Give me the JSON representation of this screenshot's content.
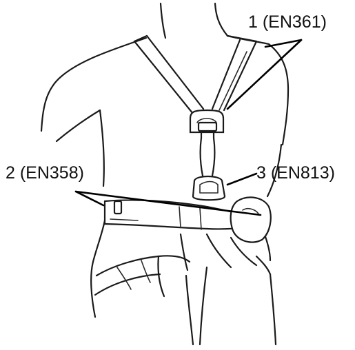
{
  "labels": {
    "chest_strap": "1 (EN361)",
    "belt": "2 (EN358)",
    "front_loop": "3 (EN813)"
  },
  "colors": {
    "ink": "#1a1a1a",
    "background": "#ffffff"
  }
}
